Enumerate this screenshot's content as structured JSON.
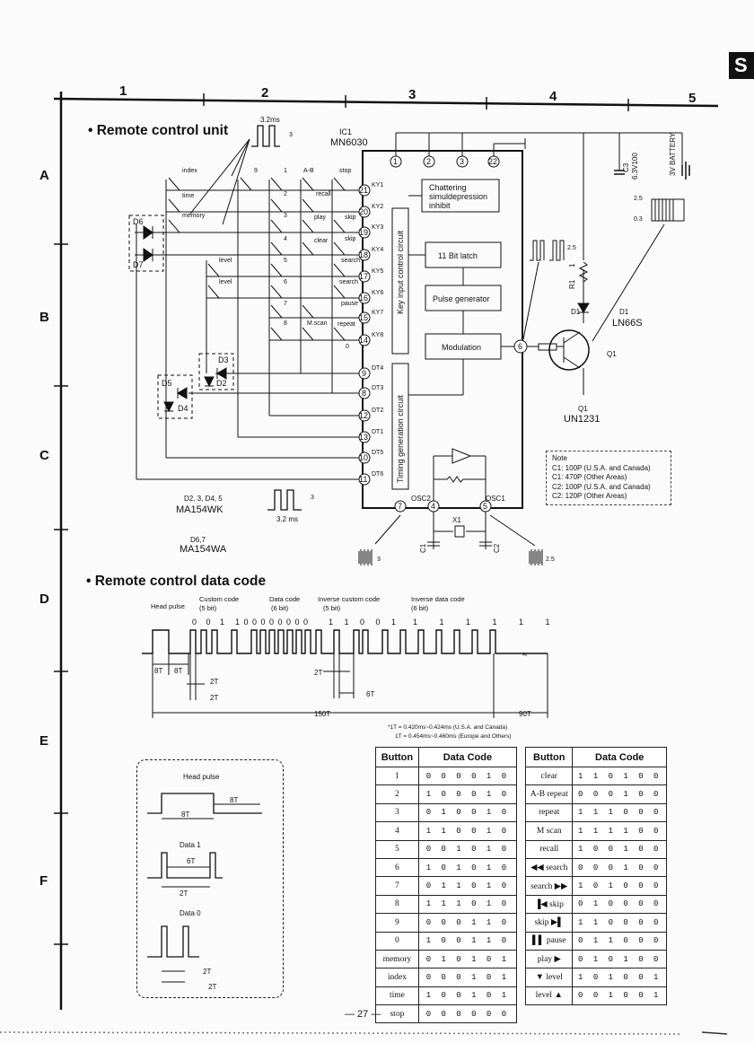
{
  "page_tab": "S",
  "page_number": "— 27 —",
  "columns": [
    "1",
    "2",
    "3",
    "4",
    "5"
  ],
  "rows": [
    "A",
    "B",
    "C",
    "D",
    "E",
    "F"
  ],
  "section1": {
    "title": "Remote control unit",
    "ic_ref": "IC1",
    "ic_name": "MN6030",
    "pulse_width": "3.2ms",
    "pulse_width2": "3.2 ms",
    "level3": "3",
    "level25": "2.5",
    "level03": "0.3",
    "blocks": {
      "chattering": "Chattering",
      "simuldepression": "simuldepression",
      "inhibit": "inhibit",
      "latch": "11 Bit latch",
      "pulse_gen": "Pulse generator",
      "modulation": "Modulation",
      "key_input": "Key input control circuit",
      "timing": "Timing generation circuit"
    },
    "pins_top": [
      "1",
      "2",
      "3",
      "22"
    ],
    "pin_labels_ky": [
      "KY1",
      "KY2",
      "KY3",
      "KY4",
      "KY5",
      "KY6",
      "KY7",
      "KY8"
    ],
    "pins_ky": [
      "21",
      "20",
      "19",
      "18",
      "17",
      "16",
      "15",
      "14"
    ],
    "pin_labels_dt": [
      "DT4",
      "DT3",
      "DT2",
      "DT1",
      "DT5",
      "DT6"
    ],
    "pins_dt": [
      "9",
      "8",
      "12",
      "13",
      "10",
      "11"
    ],
    "pins_bottom": [
      "7",
      "4",
      "5"
    ],
    "osc2": "OSC2",
    "osc1": "OSC1",
    "pin6": "6",
    "key_labels": [
      "index",
      "time",
      "memory",
      "9",
      "1",
      "A-B",
      "stop",
      "2",
      "recall",
      "3",
      "play",
      "skip",
      "4",
      "clear",
      "skip",
      "level",
      "search",
      "level",
      "5",
      "search",
      "6",
      "pause",
      "7",
      "8",
      "M.scan",
      "repeat",
      "0"
    ],
    "diodes": {
      "d6": "D6",
      "d7": "D7",
      "d3": "D3",
      "d2": "D2",
      "d5": "D5",
      "d4": "D4"
    },
    "diode_types": {
      "d2345_ref": "D2, 3, D4, 5",
      "d2345": "MA154WK",
      "d67_ref": "D6,7",
      "d67": "MA154WA"
    },
    "c3": "C3",
    "c3_val": "6.3V100",
    "battery": "3V BATTERY",
    "r1": "R1",
    "r1_val": "1",
    "d1_ref": "D1",
    "d1_type": "LN66S",
    "q1_ref": "Q1",
    "q1_type": "UN1231",
    "x1": "X1",
    "c1": "C1",
    "c2": "C2",
    "note": {
      "title": "Note",
      "lines": [
        "C1: 100P (U.S.A. and Canada)",
        "C1: 470P (Other Areas)",
        "C2: 100P (U.S.A. and Canada)",
        "C2: 120P (Other Areas)"
      ]
    }
  },
  "section2": {
    "title": "Remote control data code",
    "labels": {
      "head": "Head pulse",
      "custom": "Custom code",
      "custom_bits": "(5 bit)",
      "data": "Data code",
      "data_bits": "(6 bit)",
      "inv_custom": "Inverse custom code",
      "inv_custom_bits": "(5 bit)",
      "inv_data": "Inverse data code",
      "inv_data_bits": "(6 bit)"
    },
    "bits_custom": "0 0 1",
    "bits_data": "1 0 0 0 0 0 0 0 0",
    "bits_inv_custom": "1 1 0 0 1",
    "bits_inv_data": "1 1 1 1 1 1",
    "dims": {
      "t8a": "8T",
      "t8b": "8T",
      "t2": "2T",
      "t2b": "2T",
      "t6": "6T",
      "t150": "150T",
      "t90": "90T"
    },
    "timing_notes": [
      "*1T = 0.420ms~0.424ms (U.S.A. and Canada)",
      "1T = 0.454ms~0.460ms (Europe and Others)"
    ],
    "waveforms": {
      "head": "Head pulse",
      "head_8t": "8T",
      "head_8t2": "8T",
      "data1": "Data 1",
      "data1_6t": "6T",
      "data1_2t": "2T",
      "data0": "Data 0",
      "data0_2t": "2T",
      "data0_2t2": "2T"
    }
  },
  "table_left": {
    "headers": [
      "Button",
      "Data Code"
    ],
    "rows": [
      [
        "1",
        "0 0 0 0 1 0"
      ],
      [
        "2",
        "1 0 0 0 1 0"
      ],
      [
        "3",
        "0 1 0 0 1 0"
      ],
      [
        "4",
        "1 1 0 0 1 0"
      ],
      [
        "5",
        "0 0 1 0 1 0"
      ],
      [
        "6",
        "1 0 1 0 1 0"
      ],
      [
        "7",
        "0 1 1 0 1 0"
      ],
      [
        "8",
        "1 1 1 0 1 0"
      ],
      [
        "9",
        "0 0 0 1 1 0"
      ],
      [
        "0",
        "1 0 0 1 1 0"
      ],
      [
        "memory",
        "0 1 0 1 0 1"
      ],
      [
        "index",
        "0 0 0 1 0 1"
      ],
      [
        "time",
        "1 0 0 1 0 1"
      ],
      [
        "stop",
        "0 0 0 0 0 0"
      ]
    ]
  },
  "table_right": {
    "headers": [
      "Button",
      "Data Code"
    ],
    "rows": [
      [
        "clear",
        "1 1 0 1 0 0"
      ],
      [
        "A-B repeat",
        "0 0 0 1 0 0"
      ],
      [
        "repeat",
        "1 1 1 0 0 0"
      ],
      [
        "M scan",
        "1 1 1 1 0 0"
      ],
      [
        "recall",
        "1 0 0 1 0 0"
      ],
      [
        "◀◀ search",
        "0 0 0 1 0 0"
      ],
      [
        "search ▶▶",
        "1 0 1 0 0 0"
      ],
      [
        "▐◀  skip",
        "0 1 0 0 0 0"
      ],
      [
        "skip  ▶▌",
        "1 1 0 0 0 0"
      ],
      [
        "▌▌ pause",
        "0 1 1 0 0 0"
      ],
      [
        "play ▶",
        "0 1 0 1 0 0"
      ],
      [
        "▼ level",
        "1 0 1 0 0 1"
      ],
      [
        "level ▲",
        "0 0 1 0 0 1"
      ]
    ]
  }
}
